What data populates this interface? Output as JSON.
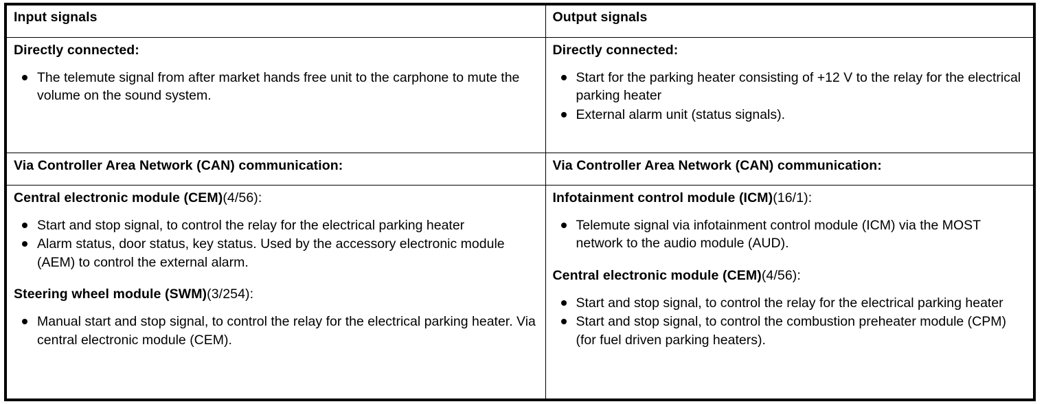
{
  "table": {
    "columns": [
      {
        "header": "Input signals"
      },
      {
        "header": "Output signals"
      }
    ],
    "rows": [
      {
        "row_name": "directly-connected",
        "left": {
          "heading": "Directly connected:",
          "bullets": [
            "The telemute signal from after market hands free unit to the carphone to mute the volume on the sound system."
          ]
        },
        "right": {
          "heading": "Directly connected:",
          "bullets": [
            "Start for the parking heater consisting of +12 V to the relay for the electrical parking heater",
            "External alarm unit (status signals)."
          ]
        }
      },
      {
        "row_name": "can-band",
        "left": {
          "heading": "Via Controller Area Network (CAN) communication:"
        },
        "right": {
          "heading": "Via Controller Area Network (CAN) communication:"
        }
      },
      {
        "row_name": "can-details",
        "left": {
          "sections": [
            {
              "title": "Central electronic module (CEM)",
              "code": "(4/56):",
              "bullets": [
                "Start and stop signal, to control the relay for the electrical parking heater",
                "Alarm status, door status, key status. Used by the accessory electronic module (AEM) to control the external alarm."
              ]
            },
            {
              "title": "Steering wheel module (SWM)",
              "code": "(3/254):",
              "bullets": [
                "Manual start and stop signal, to control the relay for the electrical parking heater. Via central electronic module (CEM)."
              ]
            }
          ]
        },
        "right": {
          "sections": [
            {
              "title": "Infotainment control module (ICM)",
              "code": "(16/1):",
              "bullets": [
                "Telemute signal via infotainment control module (ICM) via the MOST network to the audio module (AUD)."
              ]
            },
            {
              "title": "Central electronic module (CEM)",
              "code": "(4/56):",
              "bullets": [
                "Start and stop signal, to control the relay for the electrical parking heater",
                "Start and stop signal, to control the combustion preheater module (CPM) (for fuel driven parking heaters)."
              ]
            }
          ]
        }
      }
    ]
  },
  "colors": {
    "border": "#000000",
    "text": "#000000",
    "background": "#ffffff"
  }
}
